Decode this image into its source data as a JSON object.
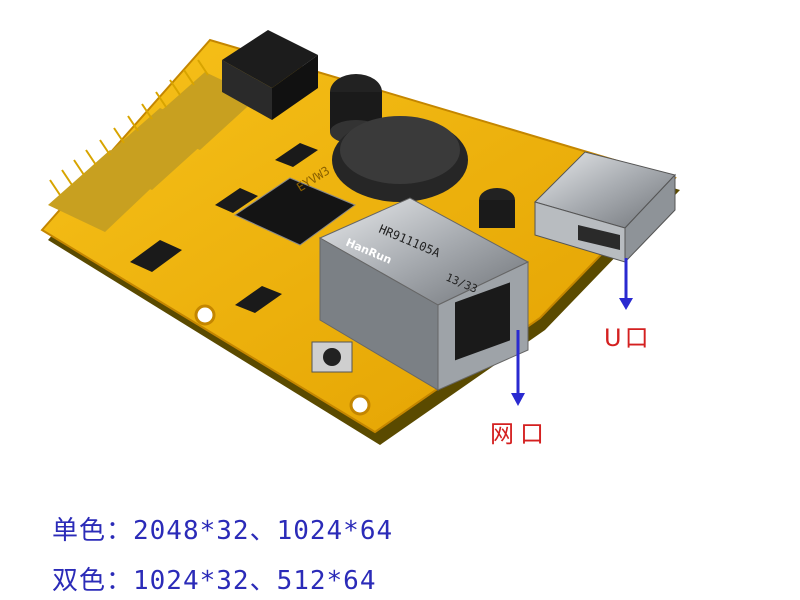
{
  "photo": {
    "subject": "LED display controller board",
    "board_color": "#f2b20a",
    "connector_color": "#9ea3a8"
  },
  "pcb_labels": {
    "magjack_brand": "HanRun",
    "magjack_part": "HR911105A",
    "magjack_code": "13/33",
    "board_marking": "EYVW3"
  },
  "callouts": {
    "usb_label": "U口",
    "ethernet_label": "网口",
    "label_color": "#d42020",
    "arrow_color": "#2a2ad0"
  },
  "specs": {
    "mono": "单色：2048*32、1024*64",
    "dual": "双色：1024*32、512*64",
    "text_color": "#2b2bb8"
  }
}
